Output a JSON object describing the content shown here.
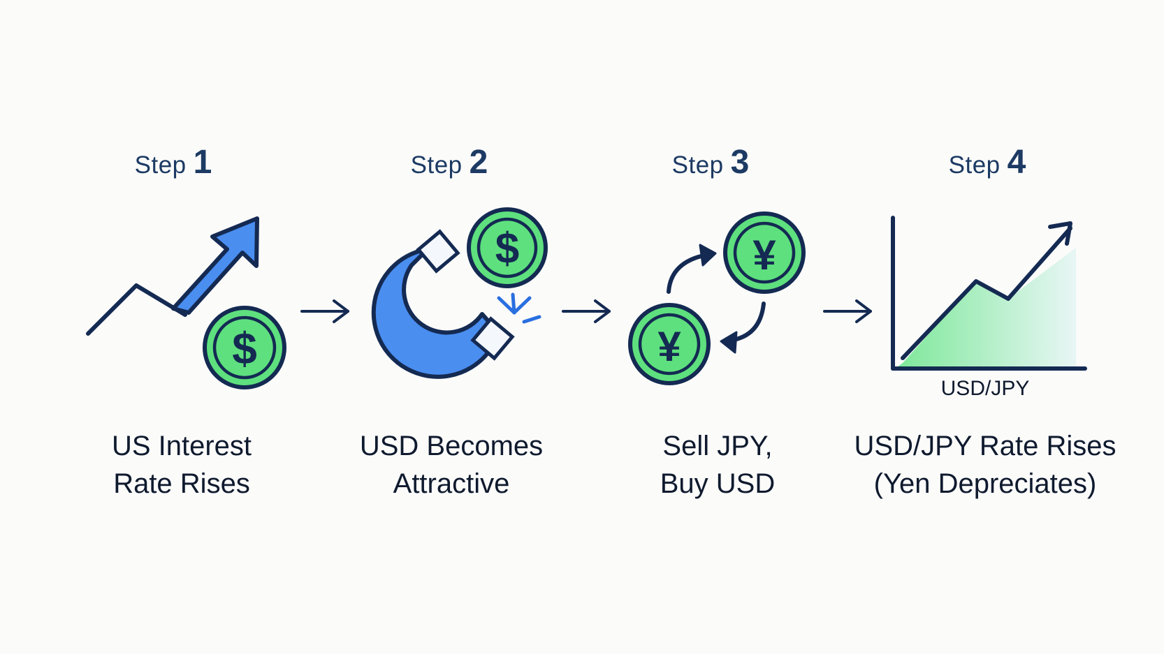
{
  "steps": [
    {
      "word": "Step",
      "number": "1",
      "caption_line1": "US Interest",
      "caption_line2": "Rate Rises"
    },
    {
      "word": "Step",
      "number": "2",
      "caption_line1": "USD Becomes",
      "caption_line2": "Attractive"
    },
    {
      "word": "Step",
      "number": "3",
      "caption_line1": "Sell JPY,",
      "caption_line2": "Buy USD"
    },
    {
      "word": "Step",
      "number": "4",
      "caption_line1": "USD/JPY Rate Rises",
      "caption_line2": "(Yen Depreciates)"
    }
  ],
  "chart": {
    "axis_label": "USD/JPY"
  },
  "glyphs": {
    "dollar": "$",
    "yen": "¥"
  },
  "colors": {
    "navy": "#142a52",
    "blue": "#4a8ef0",
    "green": "#5ee07e",
    "green_light": "#c9f3d4",
    "text": "#0f1a2e"
  }
}
